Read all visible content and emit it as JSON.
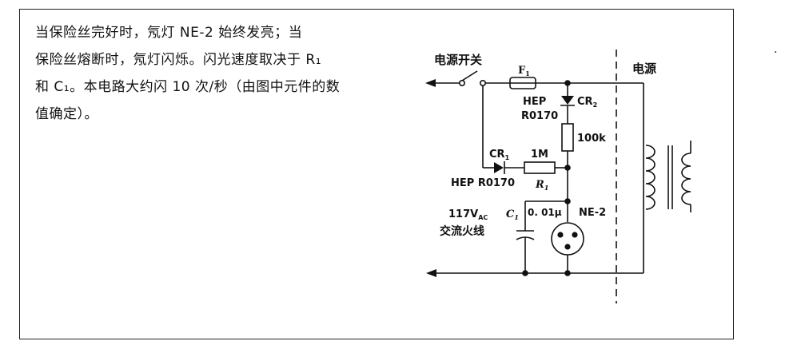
{
  "description": {
    "lines": [
      "当保险丝完好时，氖灯 NE-2 始终发亮；当",
      "保险丝熔断时，氖灯闪烁。闪光速度取决于 R₁",
      "和 C₁。本电路大约闪 10 次/秒（由图中元件的数",
      "值确定）。"
    ]
  },
  "stray_mark": "·",
  "circuit": {
    "power_switch_label": "电源开关",
    "fuse_label": "F",
    "fuse_sub": "1",
    "cr2_part_top": "HEP",
    "cr2_label": "CR",
    "cr2_sub": "2",
    "cr2_part_bottom": "R0170",
    "res_100k_label": "100k",
    "cr1_label": "CR",
    "cr1_sub": "1",
    "cr1_part": "HEP R0170",
    "res_1m_label": "1M",
    "r1_label": "R",
    "r1_sub": "1",
    "c1_label": "C",
    "c1_sub": "1",
    "c1_value": "0. 01μ",
    "neon_label": "NE-2",
    "ac_voltage": "117V",
    "ac_sub": "AC",
    "ac_line_label": "交流火线",
    "power_label": "电源"
  }
}
